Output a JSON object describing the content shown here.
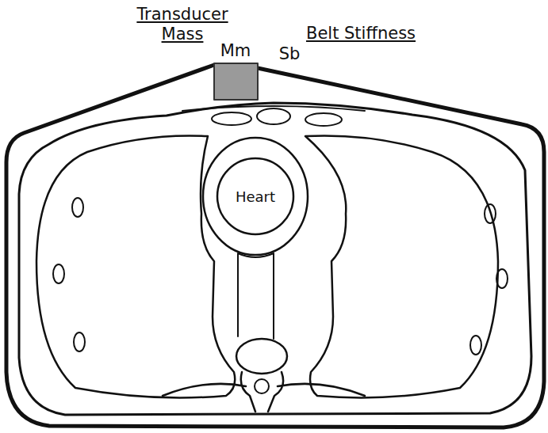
{
  "diagram": {
    "nodes": [
      {
        "text": [
          "Heart"
        ]
      }
    ],
    "labels": [
      "Transducer Mass",
      "Mm",
      "Sb",
      "Belt Stiffness"
    ]
  }
}
